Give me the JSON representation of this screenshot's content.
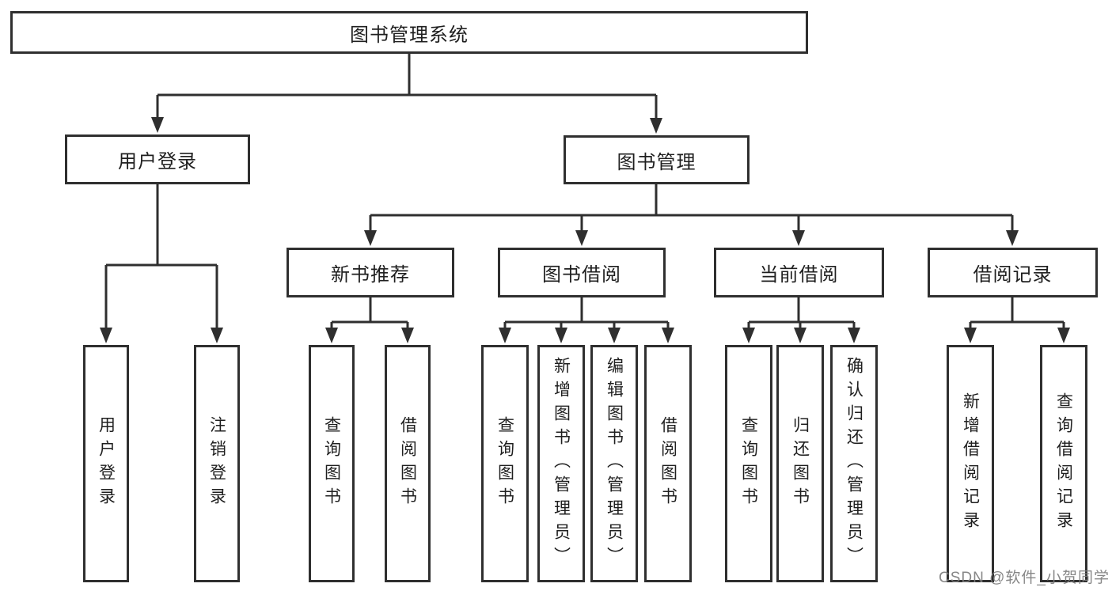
{
  "diagram": {
    "root": "图书管理系统",
    "level2": [
      "用户登录",
      "图书管理"
    ],
    "level3": [
      "新书推荐",
      "图书借阅",
      "当前借阅",
      "借阅记录"
    ],
    "leaves": {
      "user_login": [
        "用户登录",
        "注销登录"
      ],
      "new_book_recommend": [
        "查询图书",
        "借阅图书"
      ],
      "book_borrow": [
        "查询图书",
        "新增图书（管理员）",
        "编辑图书（管理员）",
        "借阅图书"
      ],
      "current_borrow": [
        "查询图书",
        "归还图书",
        "确认归还（管理员）"
      ],
      "borrow_records": [
        "新增借阅记录",
        "查询借阅记录"
      ]
    },
    "line_color": "#2f2f2f"
  },
  "watermark": "CSDN @软件_小贺同学"
}
